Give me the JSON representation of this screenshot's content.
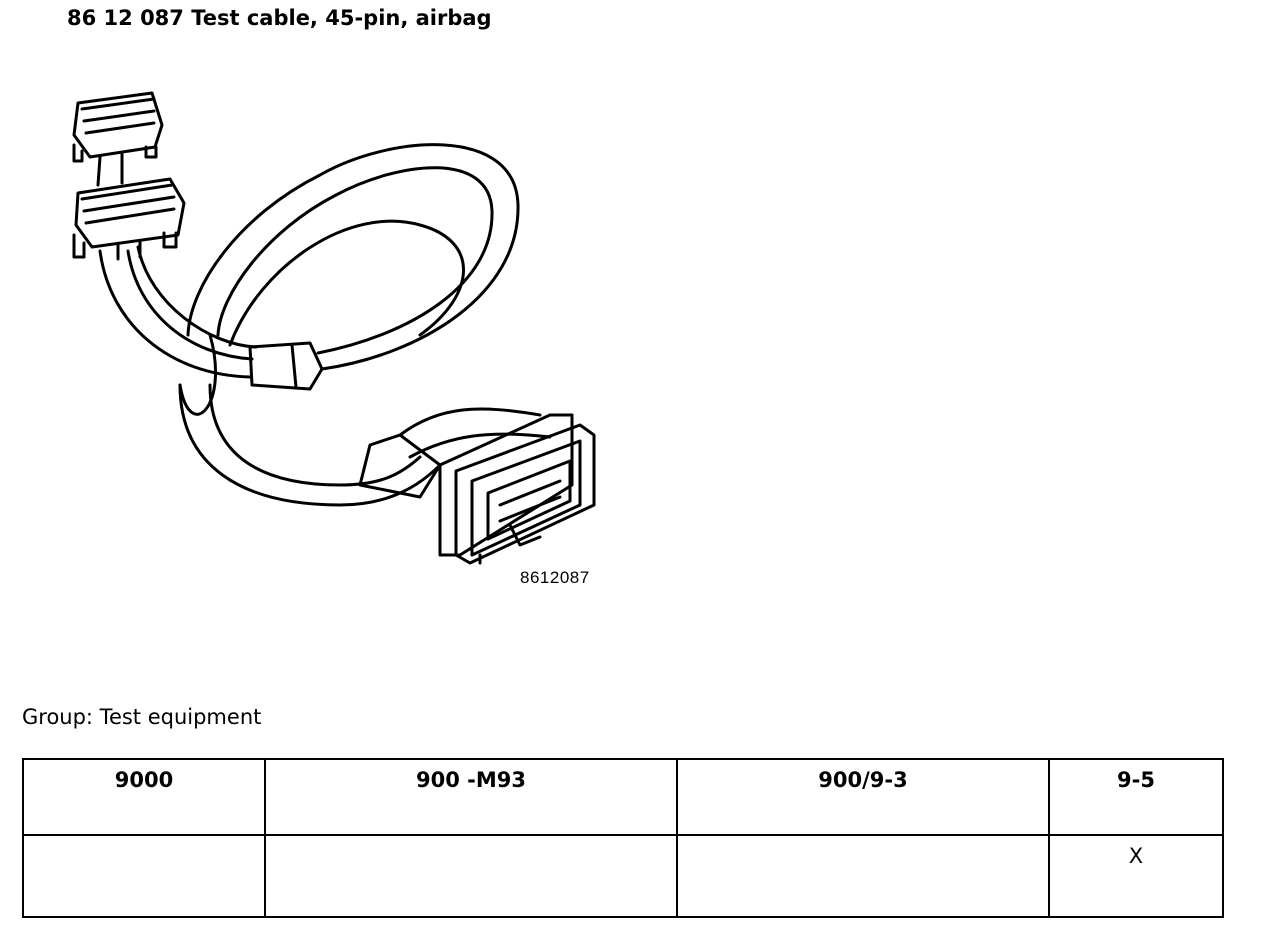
{
  "document": {
    "title": "86 12 087 Test cable, 45-pin, airbag",
    "part_label": "8612087",
    "group_line": "Group: Test equipment"
  },
  "table": {
    "headers": [
      "9000",
      "900 -M93",
      "900/9-3",
      "9-5"
    ],
    "row": [
      "",
      "",
      "",
      "X"
    ]
  }
}
